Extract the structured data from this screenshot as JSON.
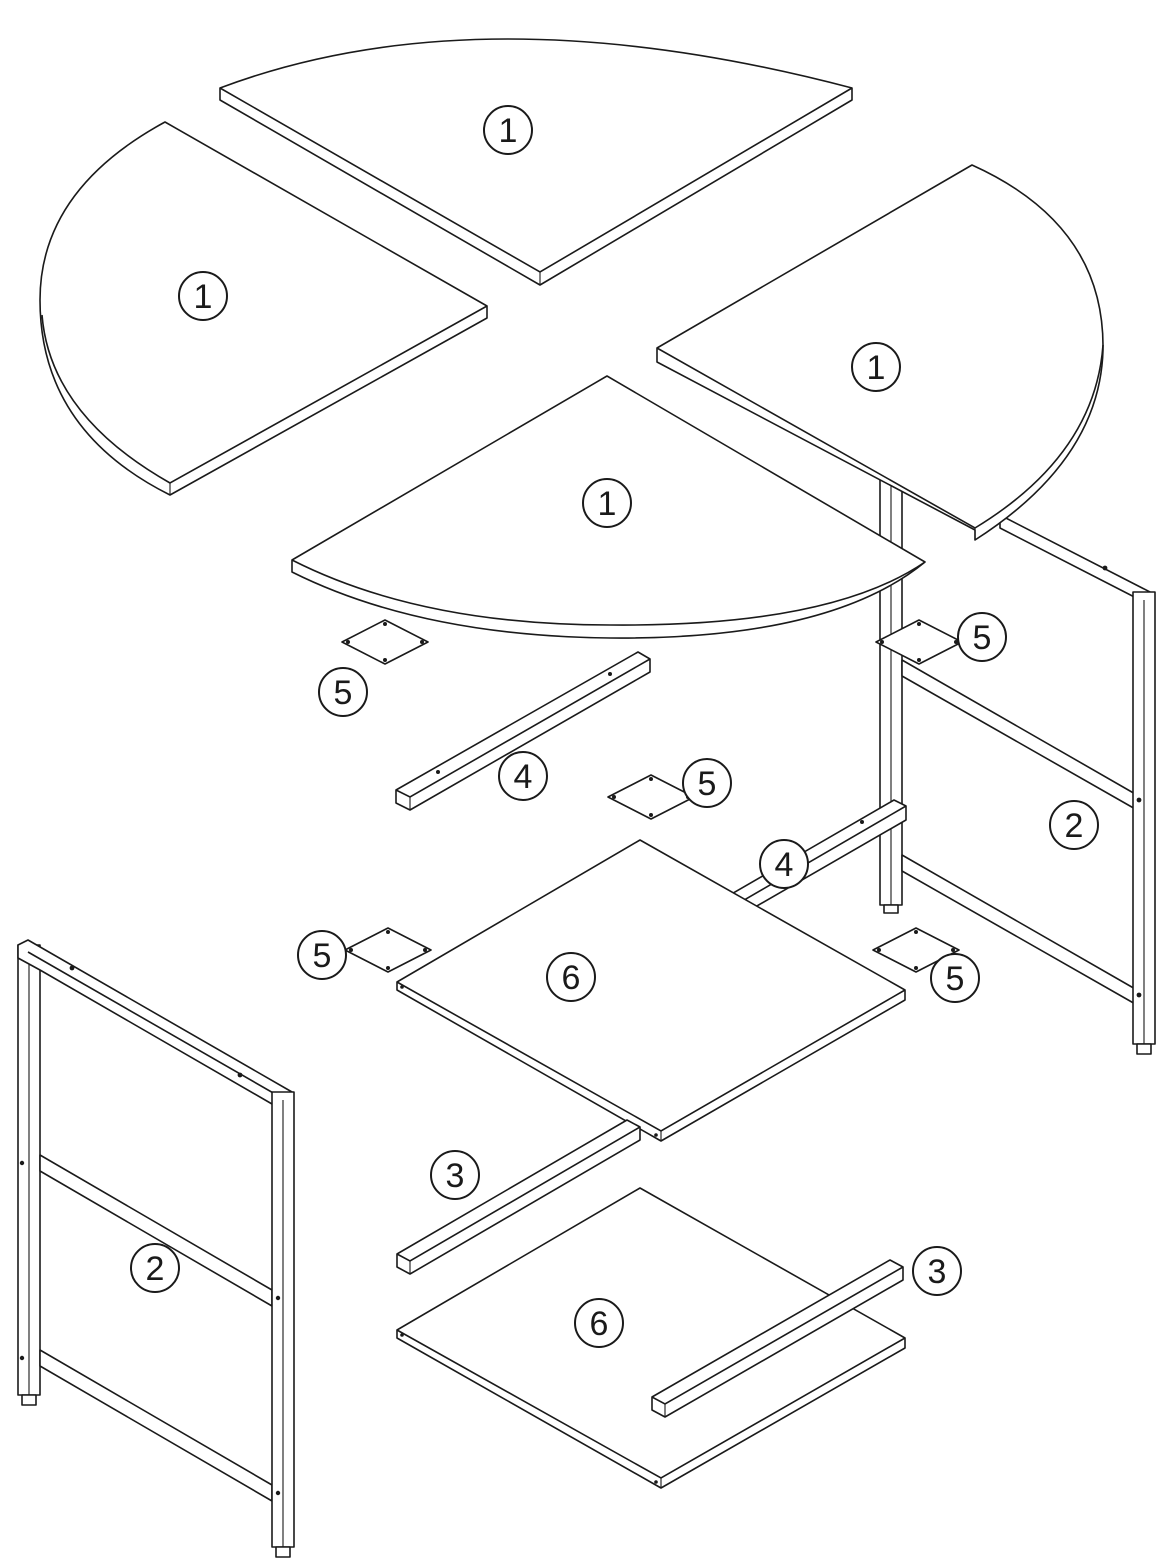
{
  "labels": {
    "tabletop_quarter": "1",
    "side_frame": "2",
    "long_rail": "3",
    "short_rail": "4",
    "mounting_bracket": "5",
    "shelf_panel": "6"
  },
  "colors": {
    "line": "#1a1a1a",
    "background": "#ffffff"
  }
}
